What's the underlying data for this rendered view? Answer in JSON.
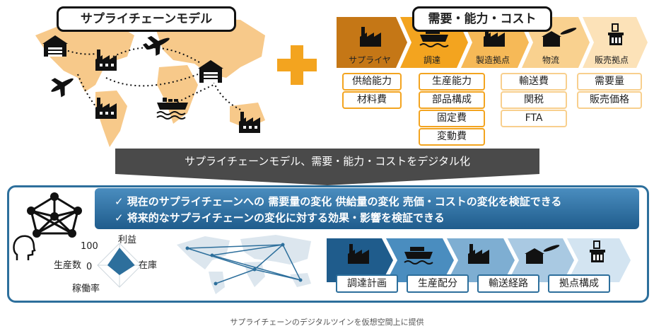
{
  "top_left": {
    "title": "サプライチェーンモデル"
  },
  "top_right": {
    "title": "需要・能力・コスト",
    "stages": [
      {
        "label": "サプライヤ",
        "items": [
          "供給能力",
          "材料費"
        ]
      },
      {
        "label": "調達",
        "items": [
          "生産能力",
          "部品構成",
          "固定費",
          "変動費"
        ]
      },
      {
        "label": "製造拠点",
        "items": [
          "輸送費",
          "関税",
          "FTA"
        ]
      },
      {
        "label": "物流",
        "items": []
      },
      {
        "label": "販売拠点",
        "items": [
          "需要量",
          "販売価格"
        ]
      }
    ]
  },
  "banner": {
    "text": "サプライチェーンモデル、需要・能力・コストをデジタル化"
  },
  "messages": [
    "✓ 現在のサプライチェーンへの 需要量の変化 供給量の変化 売価・コストの変化を検証できる",
    "✓ 将来的なサプライチェーンの変化に対する効果・影響を検証できる"
  ],
  "radar": {
    "axes": [
      "利益",
      "在庫",
      "稼働率",
      "生産数"
    ],
    "scale_max": "100",
    "scale_min": "0",
    "values": [
      80,
      70,
      45,
      55
    ]
  },
  "bottom_items": [
    "調達計画",
    "生産配分",
    "輸送経路",
    "拠点構成"
  ],
  "caption": "サプライチェーンのデジタルツインを仮想空間上に提供",
  "colors": {
    "orange": "#f3a41f",
    "dark_orange": "#c57716",
    "blue": "#2d6f9c",
    "map": "#f7c98a"
  }
}
